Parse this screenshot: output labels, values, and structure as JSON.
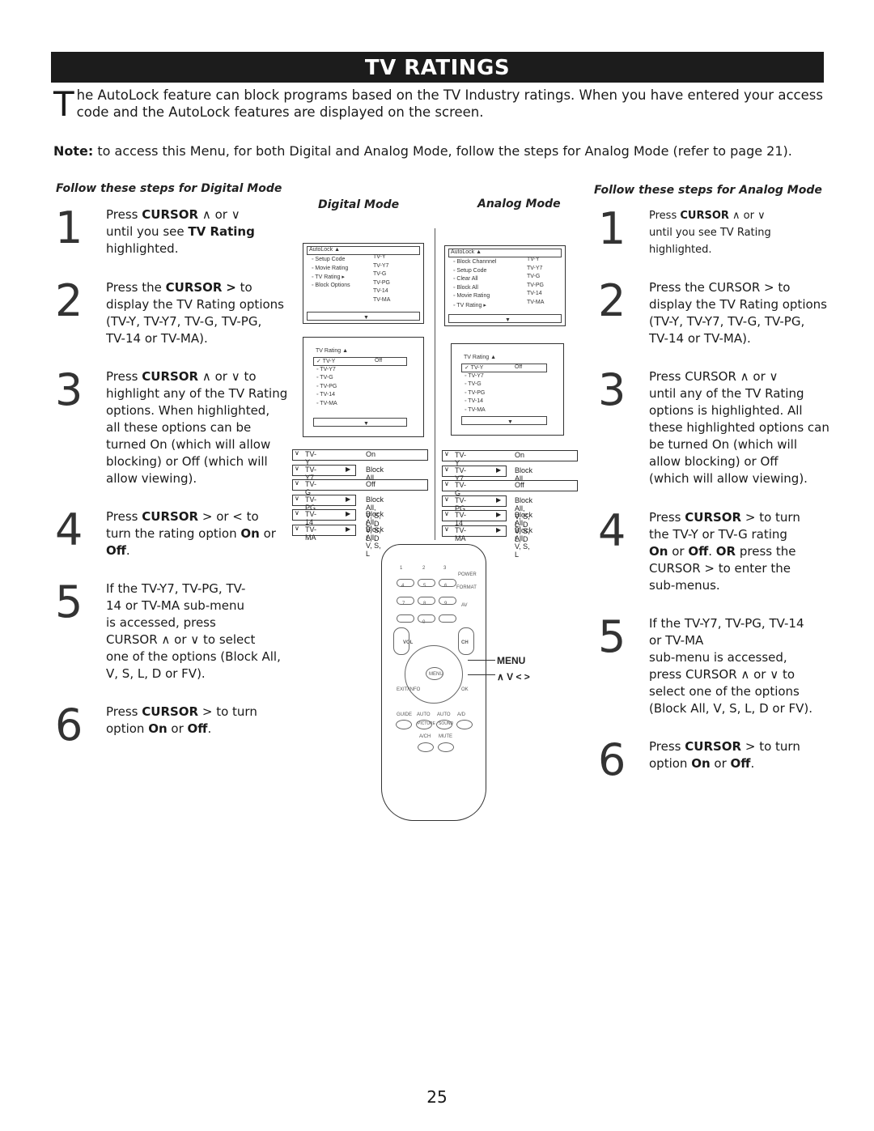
{
  "title": "TV RATINGS",
  "intro": {
    "dropcap": "T",
    "text": "he AutoLock feature can block programs based on the TV Industry ratings.   When you have entered your access code and the AutoLock features are displayed on the screen."
  },
  "note": {
    "label": "Note:",
    "text": " to access this Menu, for both Digital and Analog Mode, follow the steps for Analog Mode (refer to page 21)."
  },
  "digital_heading": "Follow these steps for Digital Mode",
  "analog_heading": "Follow these steps for Analog Mode",
  "center": {
    "digital_label": "Digital Mode",
    "analog_label": "Analog Mode",
    "digital_screen1": {
      "header": "AutoLock",
      "items": [
        "Setup Code",
        "Movie Rating",
        "TV Rating",
        "Block Options"
      ],
      "values": [
        "TV-Y",
        "TV-Y7",
        "TV-G",
        "TV-PG",
        "TV-14",
        "TV-MA"
      ]
    },
    "analog_screen1": {
      "header": "AutoLock",
      "items": [
        "Block Channnel",
        "Setup Code",
        "Clear All",
        "Block All",
        "Movie Rating",
        "TV Rating"
      ],
      "values": [
        "TV-Y",
        "TV-Y7",
        "TV-G",
        "TV-PG",
        "TV-14",
        "TV-MA"
      ]
    },
    "digital_screen2": {
      "header": "TV Rating",
      "items": [
        "TV-Y",
        "TV-Y7",
        "TV-G",
        "TV-PG",
        "TV-14",
        "TV-MA"
      ],
      "first_value": "Off"
    },
    "analog_screen2": {
      "header": "TV Rating",
      "items": [
        "TV-Y",
        "TV-Y7",
        "TV-G",
        "TV-PG",
        "TV-14",
        "TV-MA"
      ],
      "first_value": "Off"
    },
    "ratings": [
      {
        "label": "TV-Y",
        "value": "On",
        "submenu": false
      },
      {
        "label": "TV-Y7",
        "value": "Block All, FV",
        "submenu": true
      },
      {
        "label": "TV-G",
        "value": "Off",
        "submenu": false
      },
      {
        "label": "TV-PG",
        "value": "Block All, V, S, L, D",
        "submenu": true
      },
      {
        "label": "TV-14",
        "value": "Block All, V, S, L, D",
        "submenu": true
      },
      {
        "label": "TV-MA",
        "value": "Block All, V, S, L",
        "submenu": true
      }
    ],
    "remote": {
      "keys": [
        "1",
        "2",
        "3",
        "POWER",
        "4",
        "5",
        "6",
        "FORMAT",
        "7",
        "8",
        "9",
        "AV",
        "0",
        "VOL",
        "CH",
        "MENU",
        "EXIT/INFO",
        "OK",
        "GUIDE",
        "AUTO",
        "AUTO",
        "A/D",
        "PICTURE",
        "SOUND",
        "A/CH",
        "MUTE"
      ]
    },
    "menu_label": "MENU",
    "cursor_label": "∧  V  <  >"
  },
  "digital_steps": [
    {
      "num": "1",
      "html": "Press <b>CURSOR</b> ∧  or  ∨<br>until you see <b>TV Rating</b><br>highlighted."
    },
    {
      "num": "2",
      "html": "Press the <b>CURSOR</b>  <b>&gt;</b> to<br>display the TV Rating options<br>(TV-Y, TV-Y7, TV-G, TV-PG,<br>TV-14 or TV-MA)."
    },
    {
      "num": "3",
      "html": "Press <b>CURSOR</b> ∧  or ∨ to<br>highlight any of the TV Rating<br>options.  When highlighted,<br>all these options can be<br>turned On (which will allow<br>blocking) or Off (which will<br>allow viewing)."
    },
    {
      "num": "4",
      "html": "Press <b>CURSOR</b> &gt; or &lt;  to<br>turn the rating option <b>On</b> or<br><b>Off</b>."
    },
    {
      "num": "5",
      "html": "If the TV-Y7, TV-PG, TV-<br>14 or TV-MA sub-menu<br>is accessed, press<br>CURSOR ∧  or ∨ to select<br>one of the options (Block All,<br>V, S, L, D or FV)."
    },
    {
      "num": "6",
      "html": "Press <b>CURSOR</b> &gt;   to turn<br>option <b>On</b> or <b>Off</b>."
    }
  ],
  "analog_steps": [
    {
      "num": "1",
      "html": "Press <b>CURSOR</b> ∧  or  ∨<br>until you see TV Rating<br>highlighted."
    },
    {
      "num": "2",
      "html": "Press the CURSOR   &gt; to<br>display the TV Rating options<br>(TV-Y, TV-Y7, TV-G, TV-PG,<br>TV-14 or TV-MA)."
    },
    {
      "num": "3",
      "html": "Press CURSOR ∧  or  ∨<br>until any of the TV Rating<br>options is highlighted.  All<br>these highlighted options can<br>be turned On (which will<br>allow blocking) or Off<br>(which will allow viewing)."
    },
    {
      "num": "4",
      "html": "Press <b>CURSOR</b>  &gt;  to turn<br>the TV-Y or TV-G rating<br><b>On</b> or <b>Off</b>. <b>OR</b> press the<br>CURSOR &gt; to enter the<br>sub-menus."
    },
    {
      "num": "5",
      "html": "If the TV-Y7, TV-PG, TV-14<br>or TV-MA<br>sub-menu is accessed,<br>press CURSOR ∧  or ∨  to<br>select one of the options<br>(Block All, V, S, L, D or FV)."
    },
    {
      "num": "6",
      "html": "Press <b>CURSOR</b> &gt;  to turn<br>option <b>On</b> or <b>Off</b>."
    }
  ],
  "page_number": "25"
}
